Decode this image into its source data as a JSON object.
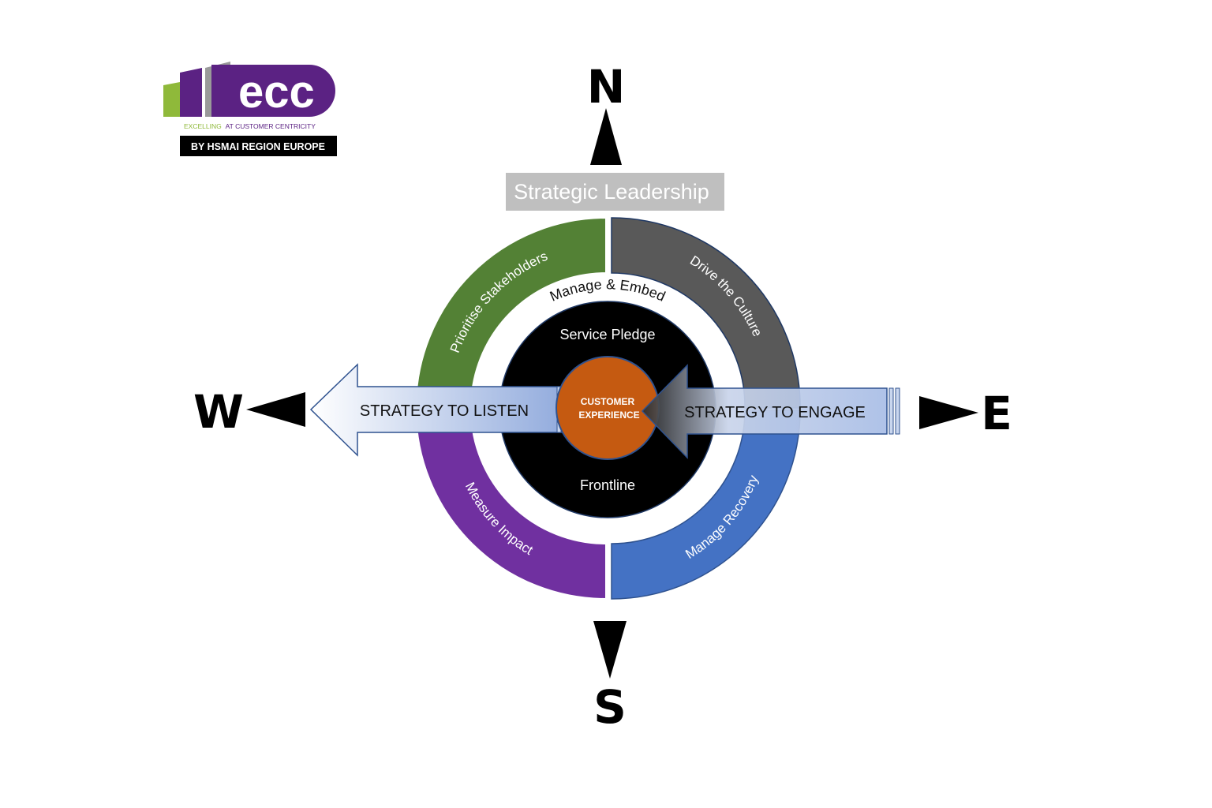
{
  "logo": {
    "brand": "ecc",
    "tagline_part1": "EXCELLING",
    "tagline_part2": "AT CUSTOMER CENTRICITY",
    "banner": "BY HSMAI REGION EUROPE",
    "colors": {
      "purple": "#5b2283",
      "green": "#8fb93a",
      "grey": "#9a9a9a"
    }
  },
  "compass": {
    "north": "N",
    "south": "S",
    "west": "W",
    "east": "E"
  },
  "top_box": {
    "label": "Strategic Leadership",
    "color": "#bfbfbf"
  },
  "ring": {
    "segments": [
      {
        "label": "Prioritise Stakeholders",
        "color": "#538135"
      },
      {
        "label": "Drive the Culture",
        "color": "#595959"
      },
      {
        "label": "Manage Recovery",
        "color": "#4472c4"
      },
      {
        "label": "Measure Impact",
        "color": "#7030a0"
      }
    ]
  },
  "inner": {
    "manage_label": "Manage & Embed",
    "top_label": "Service Pledge",
    "bottom_label": "Frontline",
    "center_line1": "CUSTOMER",
    "center_line2": "EXPERIENCE",
    "center_color": "#c55a11"
  },
  "arrows": {
    "listen": "STRATEGY TO LISTEN",
    "engage": "STRATEGY TO ENGAGE"
  }
}
